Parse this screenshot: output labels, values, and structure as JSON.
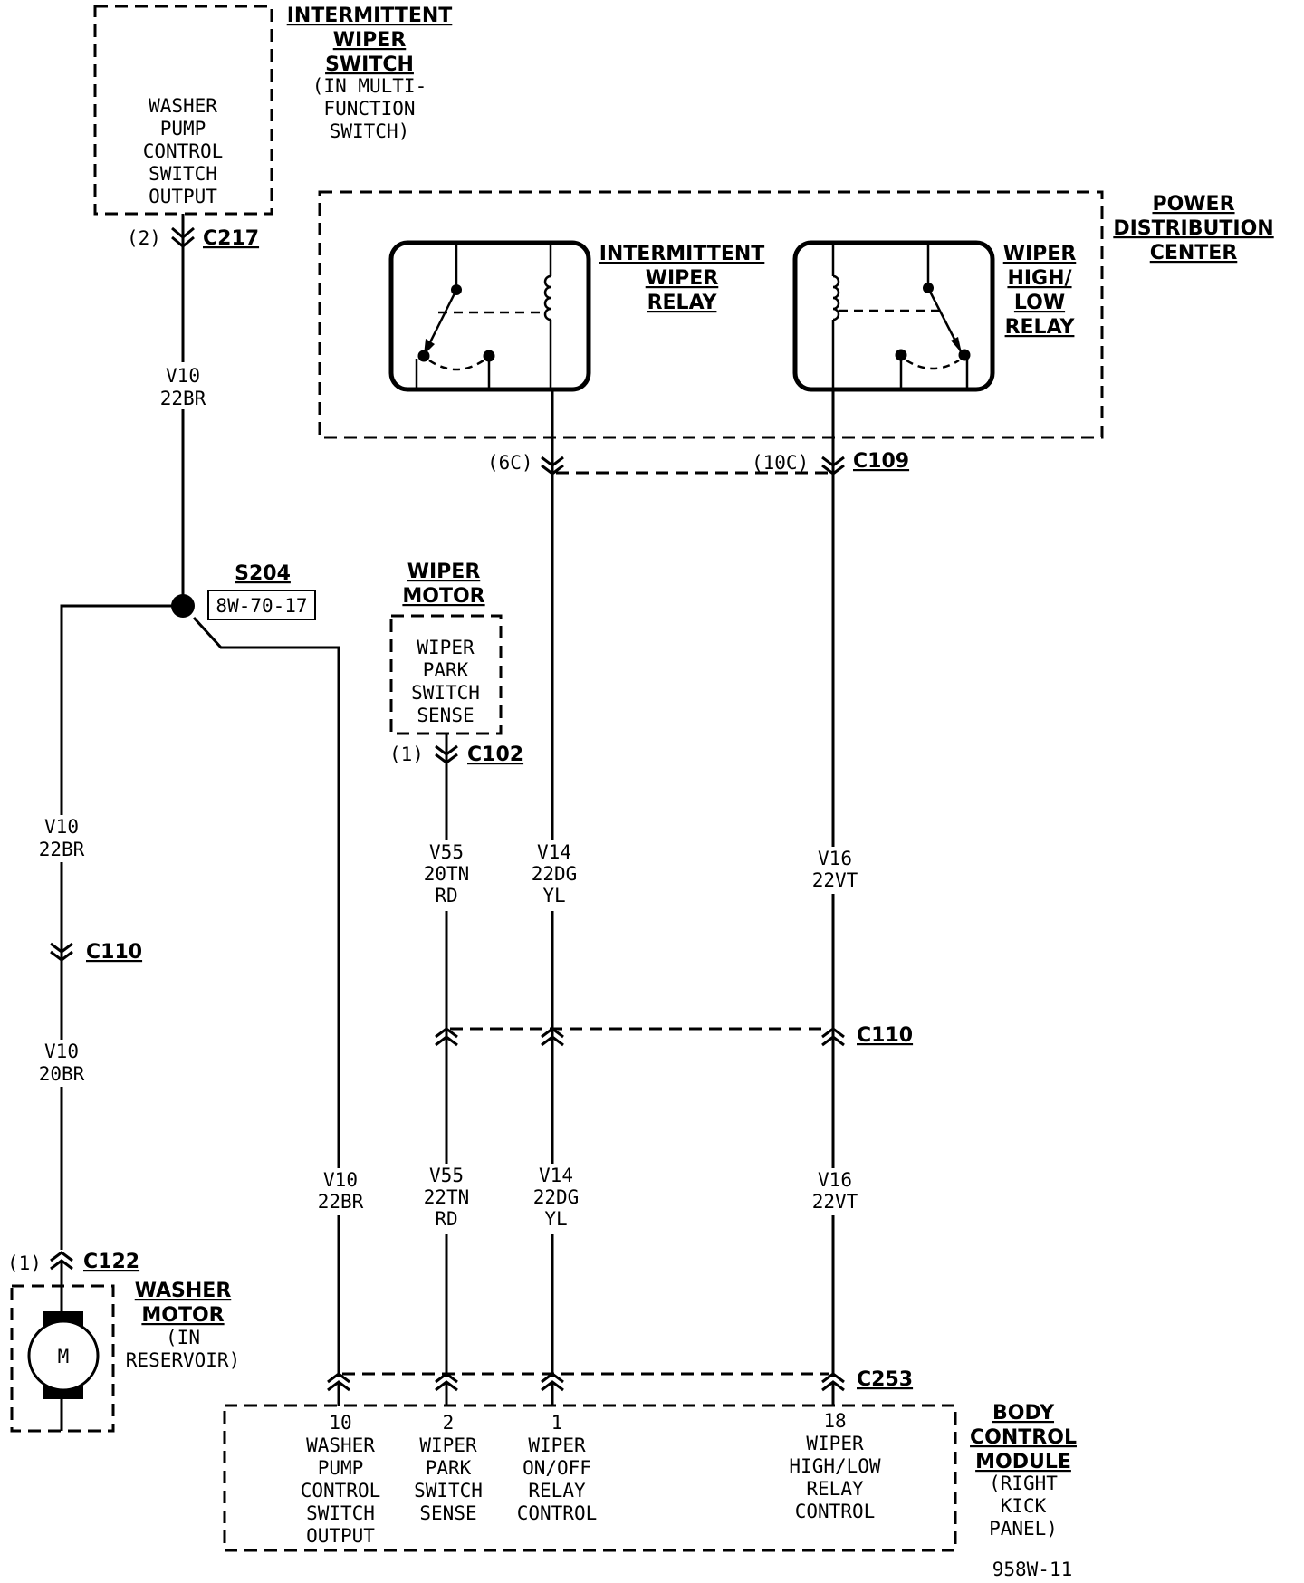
{
  "diagram_id": "958W-11",
  "components": {
    "intermittent_wiper_switch": {
      "title": [
        "INTERMITTENT",
        "WIPER",
        "SWITCH"
      ],
      "subtitle": [
        "(IN MULTI-",
        "FUNCTION",
        "SWITCH)"
      ],
      "box_text": [
        "WASHER",
        "PUMP",
        "CONTROL",
        "SWITCH",
        "OUTPUT"
      ]
    },
    "power_distribution_center": {
      "title": [
        "POWER",
        "DISTRIBUTION",
        "CENTER"
      ]
    },
    "intermittent_wiper_relay": {
      "title": [
        "INTERMITTENT",
        "WIPER",
        "RELAY"
      ]
    },
    "wiper_high_low_relay": {
      "title": [
        "WIPER",
        "HIGH/",
        "LOW",
        "RELAY"
      ]
    },
    "wiper_motor": {
      "title": [
        "WIPER",
        "MOTOR"
      ],
      "box_text": [
        "WIPER",
        "PARK",
        "SWITCH",
        "SENSE"
      ]
    },
    "washer_motor": {
      "title": [
        "WASHER",
        "MOTOR"
      ],
      "subtitle": [
        "(IN",
        "RESERVOIR)"
      ],
      "symbol": "M"
    },
    "body_control_module": {
      "title": [
        "BODY",
        "CONTROL",
        "MODULE"
      ],
      "subtitle": [
        "(RIGHT",
        "KICK",
        "PANEL)"
      ],
      "pins": [
        {
          "pin": "10",
          "lines": [
            "WASHER",
            "PUMP",
            "CONTROL",
            "SWITCH",
            "OUTPUT"
          ]
        },
        {
          "pin": "2",
          "lines": [
            "WIPER",
            "PARK",
            "SWITCH",
            "SENSE"
          ]
        },
        {
          "pin": "1",
          "lines": [
            "WIPER",
            "ON/OFF",
            "RELAY",
            "CONTROL"
          ]
        },
        {
          "pin": "18",
          "lines": [
            "WIPER",
            "HIGH/LOW",
            "RELAY",
            "CONTROL"
          ]
        }
      ]
    }
  },
  "splice": {
    "id": "S204",
    "ref": "8W-70-17"
  },
  "connectors": {
    "c217": {
      "id": "C217",
      "cavity": "(2)"
    },
    "c109": {
      "id": "C109",
      "cavities": [
        "(6C)",
        "(10C)"
      ]
    },
    "c102": {
      "id": "C102",
      "cavity": "(1)"
    },
    "c110_left": {
      "id": "C110"
    },
    "c110_mid": {
      "id": "C110"
    },
    "c122": {
      "id": "C122",
      "cavity": "(1)"
    },
    "c253": {
      "id": "C253"
    }
  },
  "wires": {
    "v10_top": [
      "V10",
      "22BR"
    ],
    "v10_left_upper": [
      "V10",
      "22BR"
    ],
    "v10_left_lower": [
      "V10",
      "20BR"
    ],
    "v10_right": [
      "V10",
      "22BR"
    ],
    "v55_upper": [
      "V55",
      "20TN",
      "RD"
    ],
    "v55_lower": [
      "V55",
      "22TN",
      "RD"
    ],
    "v14_upper": [
      "V14",
      "22DG",
      "YL"
    ],
    "v14_lower": [
      "V14",
      "22DG",
      "YL"
    ],
    "v16_upper": [
      "V16",
      "22VT"
    ],
    "v16_lower": [
      "V16",
      "22VT"
    ]
  }
}
